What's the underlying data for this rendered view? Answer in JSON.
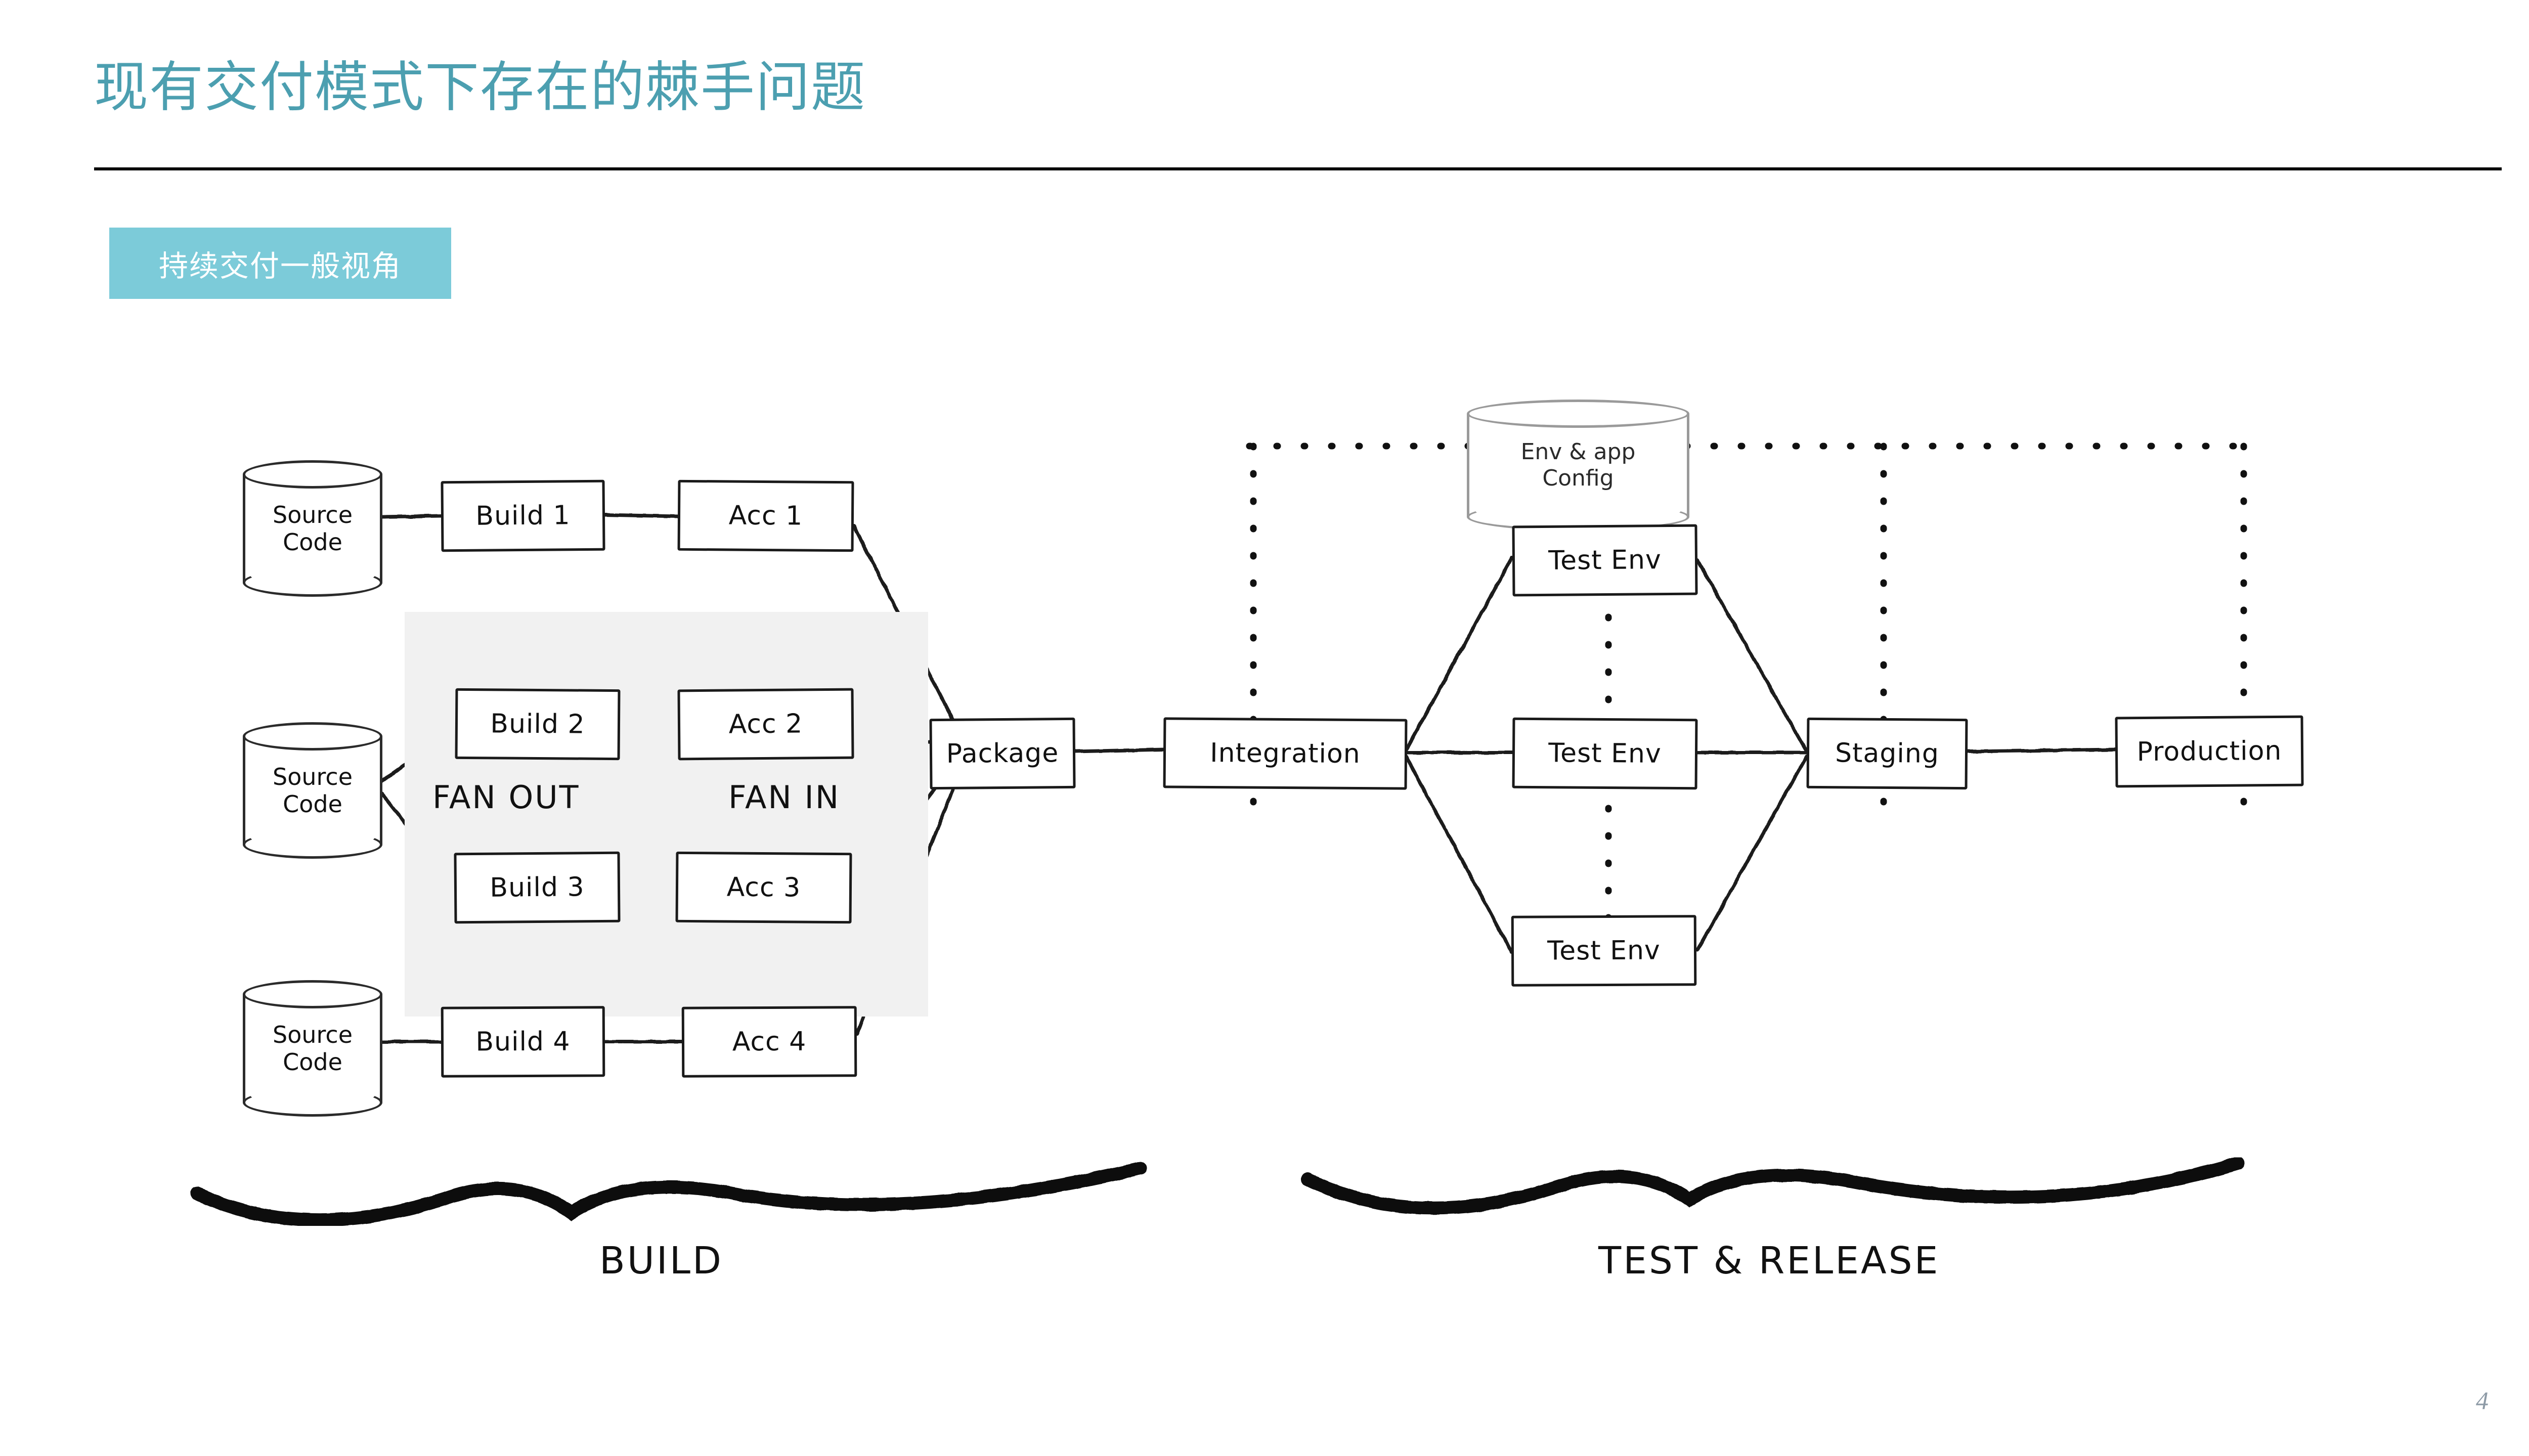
{
  "slide": {
    "title": "现有交付模式下存在的棘手问题",
    "subtitle_chip": "持续交付一般视角",
    "page_number": "4",
    "title_color": "#4C9FB0",
    "chip_color": "#7CCBD9"
  },
  "diagram": {
    "sources": [
      {
        "line1": "Source",
        "line2": "Code"
      },
      {
        "line1": "Source",
        "line2": "Code"
      },
      {
        "line1": "Source",
        "line2": "Code"
      }
    ],
    "builds": [
      {
        "label": "Build 1"
      },
      {
        "label": "Build 2"
      },
      {
        "label": "Build 3"
      },
      {
        "label": "Build 4"
      }
    ],
    "acceptance": [
      {
        "label": "Acc 1"
      },
      {
        "label": "Acc 2"
      },
      {
        "label": "Acc 3"
      },
      {
        "label": "Acc 4"
      }
    ],
    "fan_out_label": "FAN OUT",
    "fan_in_label": "FAN IN",
    "package": "Package",
    "integration": "Integration",
    "config_store": {
      "line1": "Env & app",
      "line2": "Config"
    },
    "test_envs": [
      {
        "label": "Test Env"
      },
      {
        "label": "Test Env"
      },
      {
        "label": "Test Env"
      }
    ],
    "staging": "Staging",
    "production": "Production",
    "stage_captions": {
      "build": "BUILD",
      "test_release": "TEST & RELEASE"
    }
  }
}
